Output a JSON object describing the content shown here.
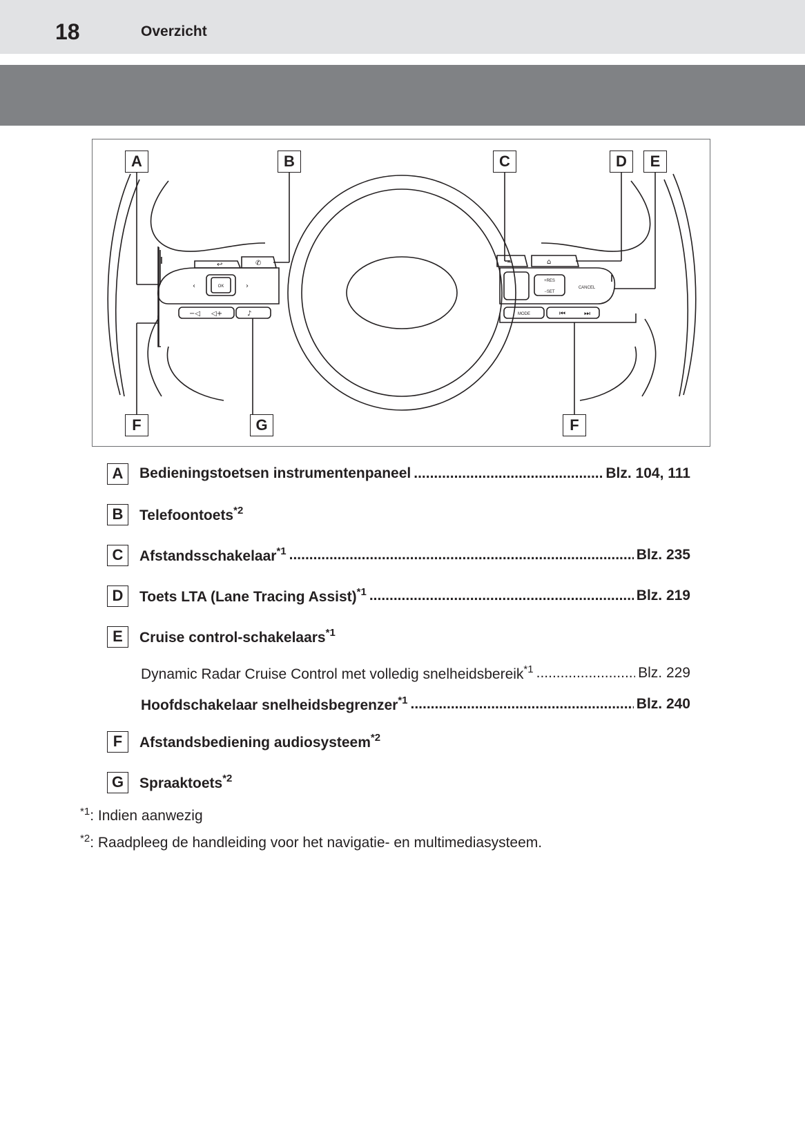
{
  "header": {
    "page_number": "18",
    "section_title": "Overzicht"
  },
  "figure": {
    "callouts": {
      "A": "A",
      "B": "B",
      "C": "C",
      "D": "D",
      "E": "E",
      "F_left": "F",
      "G": "G",
      "F_right": "F"
    },
    "button_labels": {
      "ok": "OK",
      "res": "+RES",
      "set": "−SET",
      "cancel": "CANCEL",
      "mode": "MODE"
    }
  },
  "legend": [
    {
      "letter": "A",
      "label": "Bedieningstoetsen instrumentenpaneel",
      "sup": "",
      "ref": "Blz. 104, 111"
    },
    {
      "letter": "B",
      "label": "Telefoontoets",
      "sup": "*2",
      "ref": ""
    },
    {
      "letter": "C",
      "label": "Afstandsschakelaar",
      "sup": "*1",
      "ref": "Blz. 235"
    },
    {
      "letter": "D",
      "label": "Toets LTA (Lane Tracing Assist)",
      "sup": "*1",
      "ref": "Blz. 219"
    },
    {
      "letter": "E",
      "label": "Cruise control-schakelaars",
      "sup": "*1",
      "ref": ""
    },
    {
      "letter": "F",
      "label": "Afstandsbediening audiosysteem",
      "sup": "*2",
      "ref": ""
    },
    {
      "letter": "G",
      "label": "Spraaktoets",
      "sup": "*2",
      "ref": ""
    }
  ],
  "sub_items": [
    {
      "label": "Dynamic Radar Cruise Control met volledig snelheidsbereik",
      "sup": "*1",
      "ref": "Blz. 229"
    },
    {
      "label": "Hoofdschakelaar snelheidsbegrenzer",
      "sup": "*1",
      "ref": "Blz. 240"
    }
  ],
  "footnotes": [
    {
      "marker": "*1",
      "text": ": Indien aanwezig"
    },
    {
      "marker": "*2",
      "text": ": Raadpleeg de handleiding voor het navigatie- en multimediasysteem."
    }
  ]
}
